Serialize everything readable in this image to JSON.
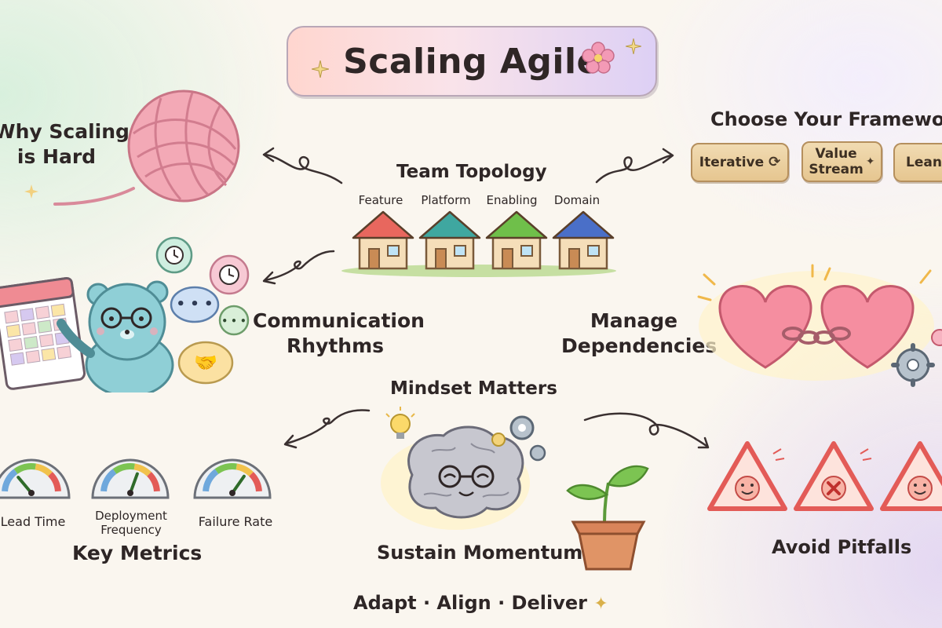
{
  "title": "Scaling Agile",
  "why_scaling": {
    "line1": "Why Scaling",
    "line2": "is Hard"
  },
  "framework": {
    "heading": "Choose Your Framework",
    "options": [
      {
        "label": "Iterative",
        "icon": "refresh-icon"
      },
      {
        "label_line1": "Value",
        "label_line2": "Stream",
        "icon": "sparkle-icon"
      },
      {
        "label": "Lean"
      }
    ]
  },
  "team_topology": {
    "heading": "Team Topology",
    "teams": [
      "Feature",
      "Platform",
      "Enabling",
      "Domain"
    ],
    "roof_colors": [
      "#e8675e",
      "#3fa7a0",
      "#6fbf4a",
      "#4a6fc8"
    ]
  },
  "communication": {
    "line1": "Communication",
    "line2": "Rhythms"
  },
  "dependencies": {
    "line1": "Manage",
    "line2": "Dependencies"
  },
  "mindset": {
    "heading": "Mindset Matters"
  },
  "metrics": {
    "heading": "Key Metrics",
    "gauges": [
      {
        "label_line1": "Lead Time",
        "label_line2": ""
      },
      {
        "label_line1": "Deployment",
        "label_line2": "Frequency"
      },
      {
        "label_line1": "Failure Rate",
        "label_line2": ""
      }
    ]
  },
  "momentum": {
    "label": "Sustain Momentum"
  },
  "pitfalls": {
    "label": "Avoid Pitfalls"
  },
  "footer": {
    "tagline": "Adapt · Align · Deliver"
  },
  "colors": {
    "yarn": "#f2a5b3",
    "bear": "#8fcfd6",
    "heart": "#f58ea0",
    "warning": "#e35b57",
    "wood": "#e9cc98"
  }
}
